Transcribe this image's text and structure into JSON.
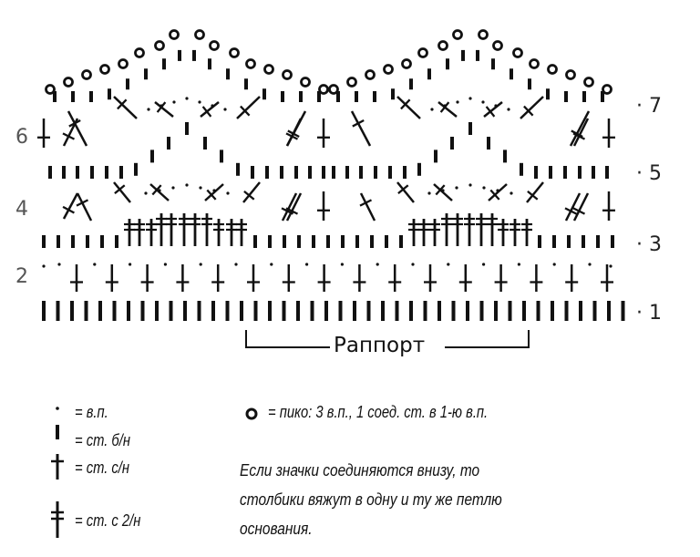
{
  "rows": {
    "left": [
      "6",
      "4",
      "2"
    ],
    "right": [
      "· 7",
      "· 5",
      "· 3",
      "· 1"
    ]
  },
  "rapport_label": "Раппорт",
  "legend": {
    "chain": "= в.п.",
    "single_crochet": "= ст. б/н",
    "double_crochet": "= ст. с/н",
    "treble_crochet": "= ст. с 2/н",
    "picot": "= пико: 3 в.п., 1 соед.  ст. в 1-ю в.п."
  },
  "note": [
    "Если значки  соединяются внизу, то",
    "столбики вяжут в одну  и ту же петлю",
    "основания."
  ],
  "colors": {
    "ink": "#111111",
    "row_numbers": "#555555"
  }
}
